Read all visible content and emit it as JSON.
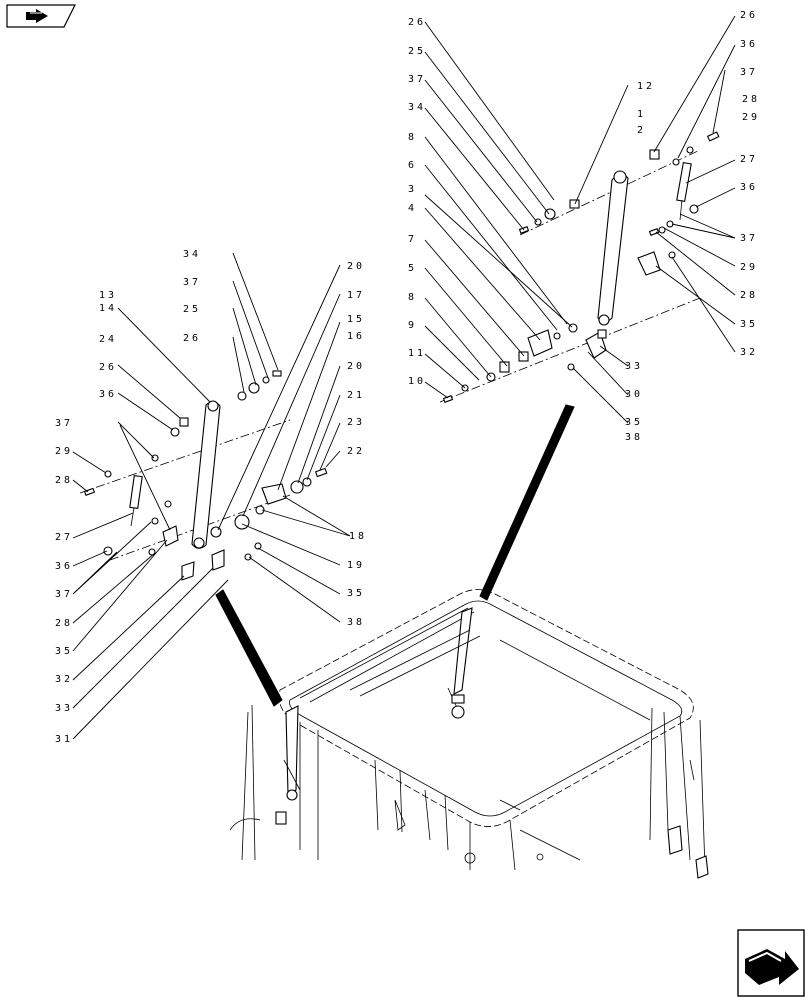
{
  "diagram": {
    "type": "exploded-view",
    "icons": {
      "top_left": "previous-page-arrow-icon",
      "bottom_right": "next-page-arrow-icon"
    },
    "left_callouts": [
      "34",
      "37",
      "25",
      "26",
      "13",
      "14",
      "24",
      "26",
      "36",
      "37",
      "29",
      "28",
      "27",
      "36",
      "37",
      "28",
      "35",
      "32",
      "33",
      "31",
      "20",
      "17",
      "15",
      "16",
      "20",
      "21",
      "23",
      "22",
      "18",
      "19",
      "35",
      "38"
    ],
    "right_callouts": [
      "26",
      "25",
      "37",
      "34",
      "8",
      "6",
      "3",
      "4",
      "7",
      "5",
      "8",
      "9",
      "11",
      "10",
      "12",
      "1",
      "2",
      "26",
      "36",
      "37",
      "28",
      "29",
      "27",
      "36",
      "37",
      "29",
      "28",
      "35",
      "32",
      "33",
      "30",
      "35",
      "38"
    ]
  }
}
